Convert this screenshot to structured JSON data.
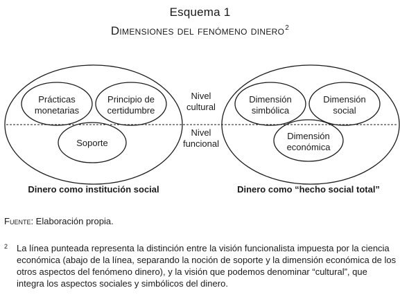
{
  "header": {
    "title": "Esquema 1",
    "subtitle": "Dimensiones del fenómeno dinero",
    "subtitle_ref": "2"
  },
  "diagram": {
    "left": {
      "nodes": [
        "Prácticas monetarias",
        "Principio de certidumbre",
        "Soporte"
      ],
      "node_lines": [
        [
          "Prácticas",
          "monetarias"
        ],
        [
          "Principio de",
          "certidumbre"
        ],
        [
          "Soporte"
        ]
      ],
      "caption": "Dinero como institución social"
    },
    "right": {
      "node_lines": [
        [
          "Dimensión",
          "simbólica"
        ],
        [
          "Dimensión",
          "social"
        ],
        [
          "Dimensión",
          "económica"
        ]
      ],
      "caption": "Dinero como “hecho social total”"
    },
    "levels": {
      "upper": [
        "Nivel",
        "cultural"
      ],
      "lower": [
        "Nivel",
        "funcional"
      ]
    }
  },
  "source": {
    "label": "Fuente",
    "text": ": Elaboración propia."
  },
  "footnote": {
    "number": "2",
    "text": "La línea punteada representa la distinción entre la visión funcionalista impuesta por la ciencia económica (abajo de la línea, separando la noción de soporte y la dimensión económica de los otros aspectos del fenómeno dinero), y la visión que podemos denominar “cultural”, que integra los aspectos sociales y simbólicos del dinero."
  }
}
